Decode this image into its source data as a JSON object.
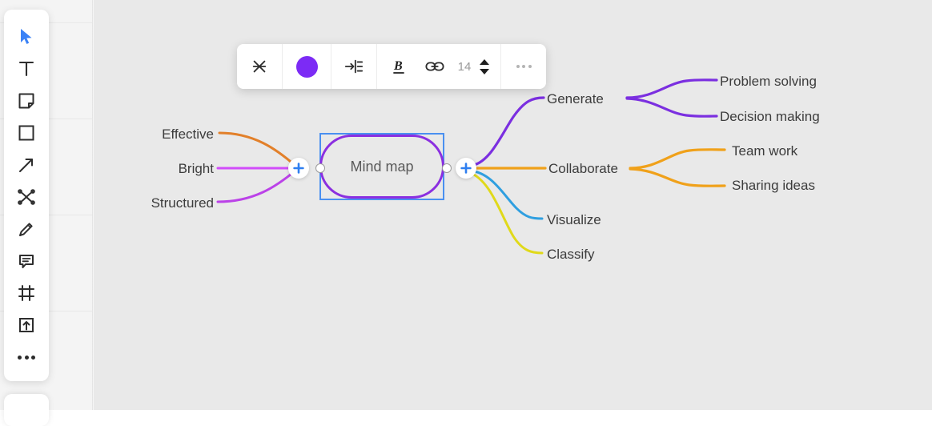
{
  "app": {
    "canvas_bg": "#e9e9e9",
    "panel_bg": "#f4f4f4"
  },
  "tool_panel": {
    "items": [
      {
        "name": "select-tool",
        "icon": "cursor-arrow-icon",
        "active": true
      },
      {
        "name": "text-tool",
        "icon": "text-t-icon",
        "active": false
      },
      {
        "name": "sticky-note-tool",
        "icon": "sticky-note-icon",
        "active": false
      },
      {
        "name": "shape-tool",
        "icon": "square-icon",
        "active": false
      },
      {
        "name": "arrow-tool",
        "icon": "arrow-diagonal-icon",
        "active": false
      },
      {
        "name": "mindmap-tool",
        "icon": "mindmap-nodes-icon",
        "active": false
      },
      {
        "name": "pen-tool",
        "icon": "pencil-icon",
        "active": false
      },
      {
        "name": "comment-tool",
        "icon": "comment-bubble-icon",
        "active": false
      },
      {
        "name": "frame-tool",
        "icon": "frame-icon",
        "active": false
      },
      {
        "name": "upload-tool",
        "icon": "upload-box-icon",
        "active": false
      },
      {
        "name": "more-tools",
        "icon": "ellipsis-icon",
        "active": false
      }
    ]
  },
  "format_toolbar": {
    "cut_label": "cut-icon",
    "color_label": "color-swatch",
    "color_value": "#7c2bf5",
    "layout_label": "indent-layout-icon",
    "bold_label": "B",
    "link_label": "link-icon",
    "font_size": "14",
    "more_label": "more-options-icon"
  },
  "mindmap": {
    "center": {
      "label": "Mind map",
      "stroke": "#8b2fe0",
      "selection_color": "#4a90f0",
      "text_color": "#5a5a5a"
    },
    "left_branches": [
      {
        "label": "Effective",
        "color": "#e2802a"
      },
      {
        "label": "Bright",
        "color": "#d14dfa"
      },
      {
        "label": "Structured",
        "color": "#bb42e8"
      }
    ],
    "right_branches": [
      {
        "label": "Generate",
        "color": "#7b2fe0",
        "children": [
          {
            "label": "Problem solving",
            "color": "#7b2fe0"
          },
          {
            "label": "Decision making",
            "color": "#7b2fe0"
          }
        ]
      },
      {
        "label": "Collaborate",
        "color": "#f0a11a",
        "children": [
          {
            "label": "Team work",
            "color": "#f0a11a"
          },
          {
            "label": "Sharing ideas",
            "color": "#f0a11a"
          }
        ]
      },
      {
        "label": "Visualize",
        "color": "#2f9fe0",
        "children": []
      },
      {
        "label": "Classify",
        "color": "#e0d91a",
        "children": []
      }
    ],
    "handles": {
      "plus_color": "#2f7ff0",
      "anchor_border": "#9b9b9b"
    }
  }
}
